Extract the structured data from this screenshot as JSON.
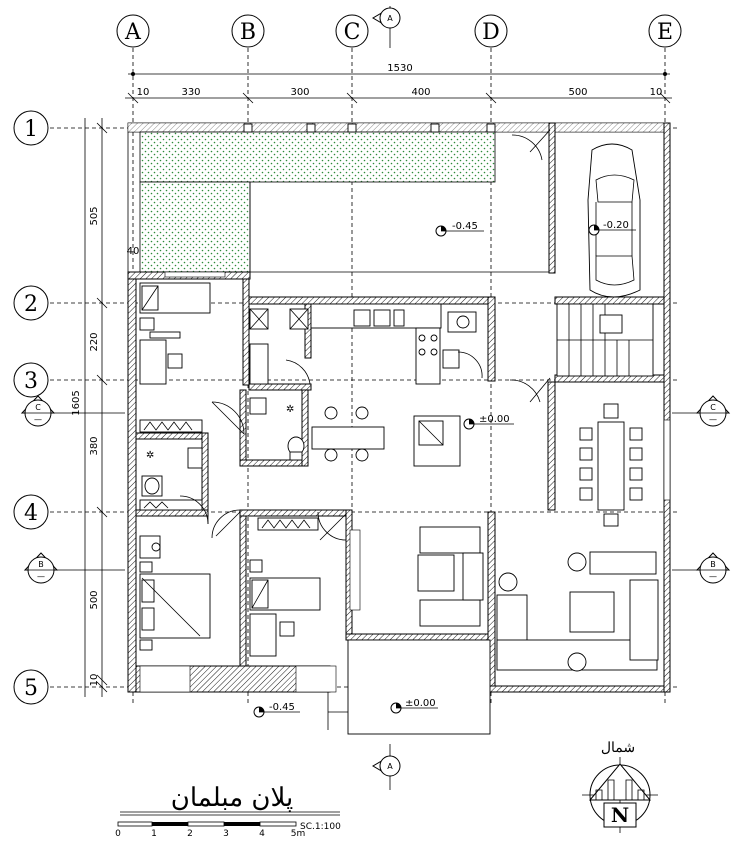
{
  "axes": {
    "columns": [
      "A",
      "B",
      "C",
      "D",
      "E"
    ],
    "rows": [
      "1",
      "2",
      "3",
      "4",
      "5"
    ]
  },
  "dimensions": {
    "overall_horizontal": "1530",
    "horizontal_segments": [
      "10",
      "330",
      "300",
      "400",
      "500",
      "10"
    ],
    "overall_vertical": "1605",
    "vertical_segments": [
      "505",
      "220",
      "380",
      "500",
      "10"
    ],
    "small_note": "40"
  },
  "levels": {
    "yard": "-0.45",
    "parking": "-0.20",
    "interior": "±0.00",
    "entrance": "±0.00",
    "front": "-0.45"
  },
  "sections": {
    "a_label": "A",
    "b_label": "B",
    "c_label": "C",
    "sub_label": "—"
  },
  "title": "پلان مبلمان",
  "scale": {
    "label": "SC.1:100",
    "ticks": [
      "0",
      "1",
      "2",
      "3",
      "4",
      "5m"
    ]
  },
  "north": {
    "label": "شمال",
    "letter": "N"
  }
}
